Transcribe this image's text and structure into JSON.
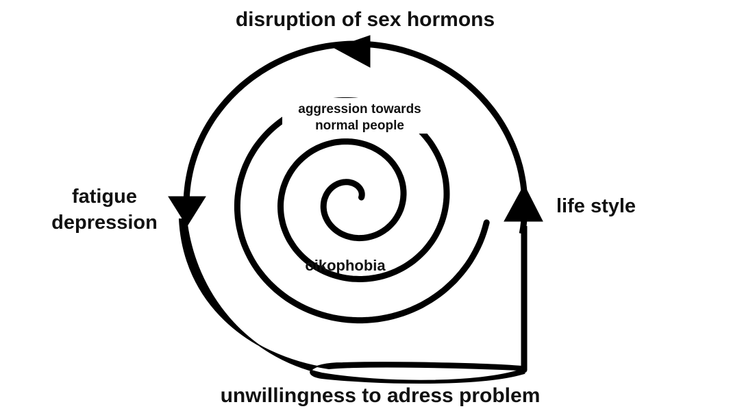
{
  "diagram": {
    "stroke_color": "#000000",
    "background_color": "#ffffff",
    "labels": {
      "top": "disruption of sex hormons",
      "left_line1": "fatigue",
      "left_line2": "depression",
      "right": "life style",
      "bottom": "unwillingness to adress problem",
      "inner_top_line1": "aggression towards",
      "inner_top_line2": "normal people",
      "inner_bottom": "oikophobia"
    }
  }
}
